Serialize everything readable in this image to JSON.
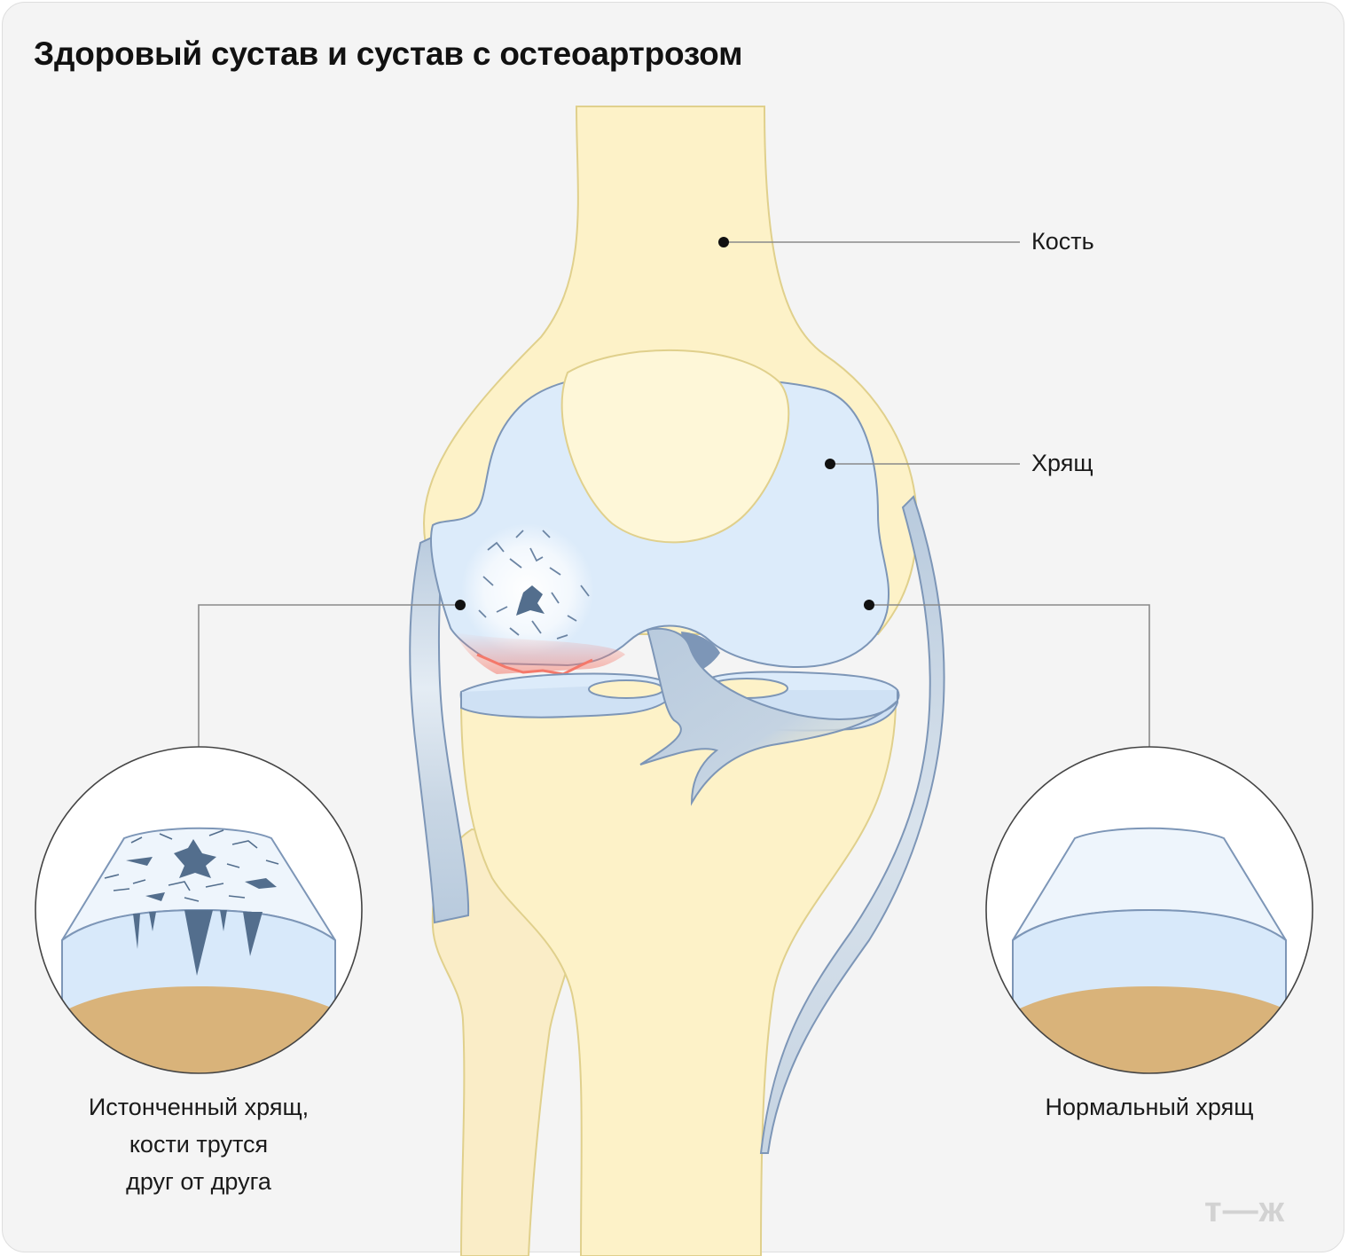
{
  "title": "Здоровый сустав и сустав с остеоартрозом",
  "labels": {
    "bone": "Кость",
    "cartilage": "Хрящ",
    "thinned_line1": "Истонченный хрящ,",
    "thinned_line2": "кости трутся",
    "thinned_line3": "друг от друга",
    "normal": "Нормальный хрящ"
  },
  "logo": "т—ж",
  "colors": {
    "background": "#f4f4f4",
    "bone": "#fdf2c8",
    "bone_outline": "#e0d08c",
    "cartilage": "#dcebfa",
    "cartilage_outline": "#7d96b7",
    "ligament": "#b8cadd",
    "inflammation": "#f4786a",
    "subchondral_bone": "#d9b37a",
    "crack": "#536e8d"
  }
}
